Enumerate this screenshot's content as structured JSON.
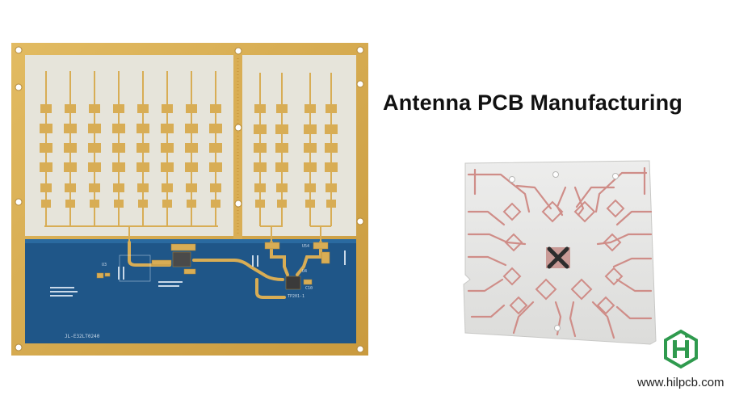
{
  "headline": "Antenna PCB Manufacturing",
  "website": "www.hilpcb.com",
  "logo": {
    "letter": "H",
    "color": "#2f9a4e"
  },
  "board_left": {
    "silkscreen": {
      "board_id": "JL-E32LT0240",
      "ref_u4": "U4",
      "ref_u3": "U3",
      "ref_c10": "C10",
      "test_point": "TP201-1",
      "ref_u54": "U54"
    }
  },
  "colors": {
    "gold": "#d6a94c",
    "substrate": "#e8e6dc",
    "solder_mask": "#1f5688",
    "copper": "#c98a86"
  }
}
